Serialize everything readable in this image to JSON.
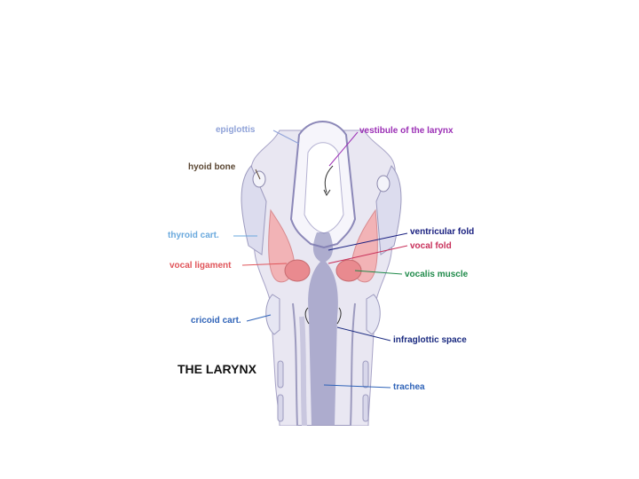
{
  "figure": {
    "title": "THE LARYNX",
    "labels": {
      "epiglottis": "epiglottis",
      "hyoid_bone": "hyoid bone",
      "thyroid_cart": "thyroid cart.",
      "vocal_ligament": "vocal ligament",
      "cricoid_cart": "cricoid cart.",
      "vestibule": "vestibule of the larynx",
      "ventricular_fold": "ventricular fold",
      "vocal_fold": "vocal fold",
      "vocalis_muscle": "vocalis muscle",
      "infraglottic_space": "infraglottic space",
      "trachea": "trachea"
    },
    "colors": {
      "epiglottis": "#8fa2d8",
      "hyoid_bone": "#5a4632",
      "thyroid_cart": "#6aa9dd",
      "vocal_ligament": "#e0555a",
      "cricoid_cart": "#2f63b8",
      "vestibule": "#9b2fb5",
      "ventricular_fold": "#1a2080",
      "vocal_fold": "#c8305a",
      "vocalis_muscle": "#1f8a4a",
      "infraglottic_space": "#1a2a80",
      "trachea": "#2f63b8"
    }
  }
}
